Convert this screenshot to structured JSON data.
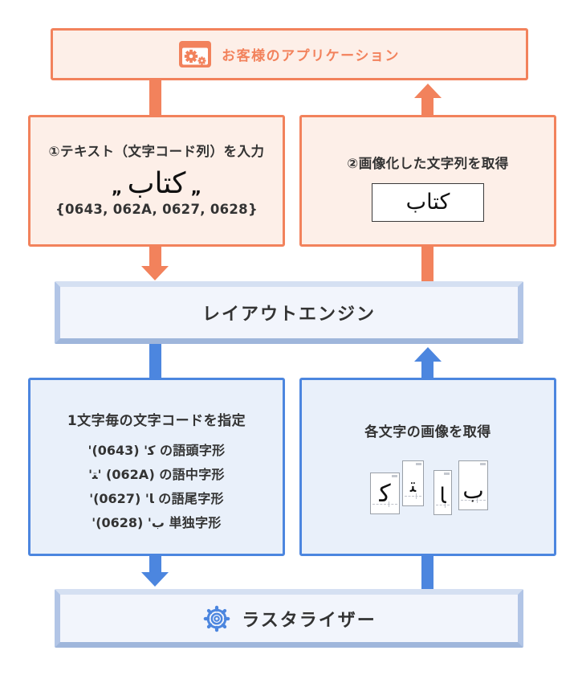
{
  "app": {
    "label": "お客様のアプリケーション",
    "icon": "window-gears"
  },
  "input_box": {
    "title": "①テキスト（文字コード列）を入力",
    "quote_open": "„",
    "word": "كتاب",
    "quote_close": "„",
    "codes": "{0643, 062A, 0627, 0628}"
  },
  "output_box": {
    "title": "②画像化した文字列を取得",
    "word": "كتاب"
  },
  "layout_engine": {
    "label": "レイアウトエンジン"
  },
  "glyph_codes_box": {
    "title": "1文字毎の文字コードを指定",
    "lines": [
      "'ﻛ' (0643) の語頭字形",
      "'ﺘ' (062A) の語中字形",
      "'ﺎ' (0627) の語尾字形",
      "'ﺏ' (0628) 単独字形"
    ]
  },
  "glyph_images_box": {
    "title": "各文字の画像を取得",
    "glyphs": [
      "ﻛ",
      "ﺘ",
      "ﺎ",
      "ﺏ"
    ]
  },
  "rasterizer": {
    "label": "ラスタライザー",
    "icon": "gear-outline"
  },
  "colors": {
    "orange": "#F2825C",
    "orange_bg": "#FDEFE8",
    "blue": "#4C86DF",
    "blue_bg": "#E9F0FA",
    "peri": "#B2C5E6",
    "peri_top": "#D5E0F2",
    "peri_bottom": "#9FB6DB",
    "peri_bg": "#F2F5FC",
    "ink": "#333333"
  }
}
